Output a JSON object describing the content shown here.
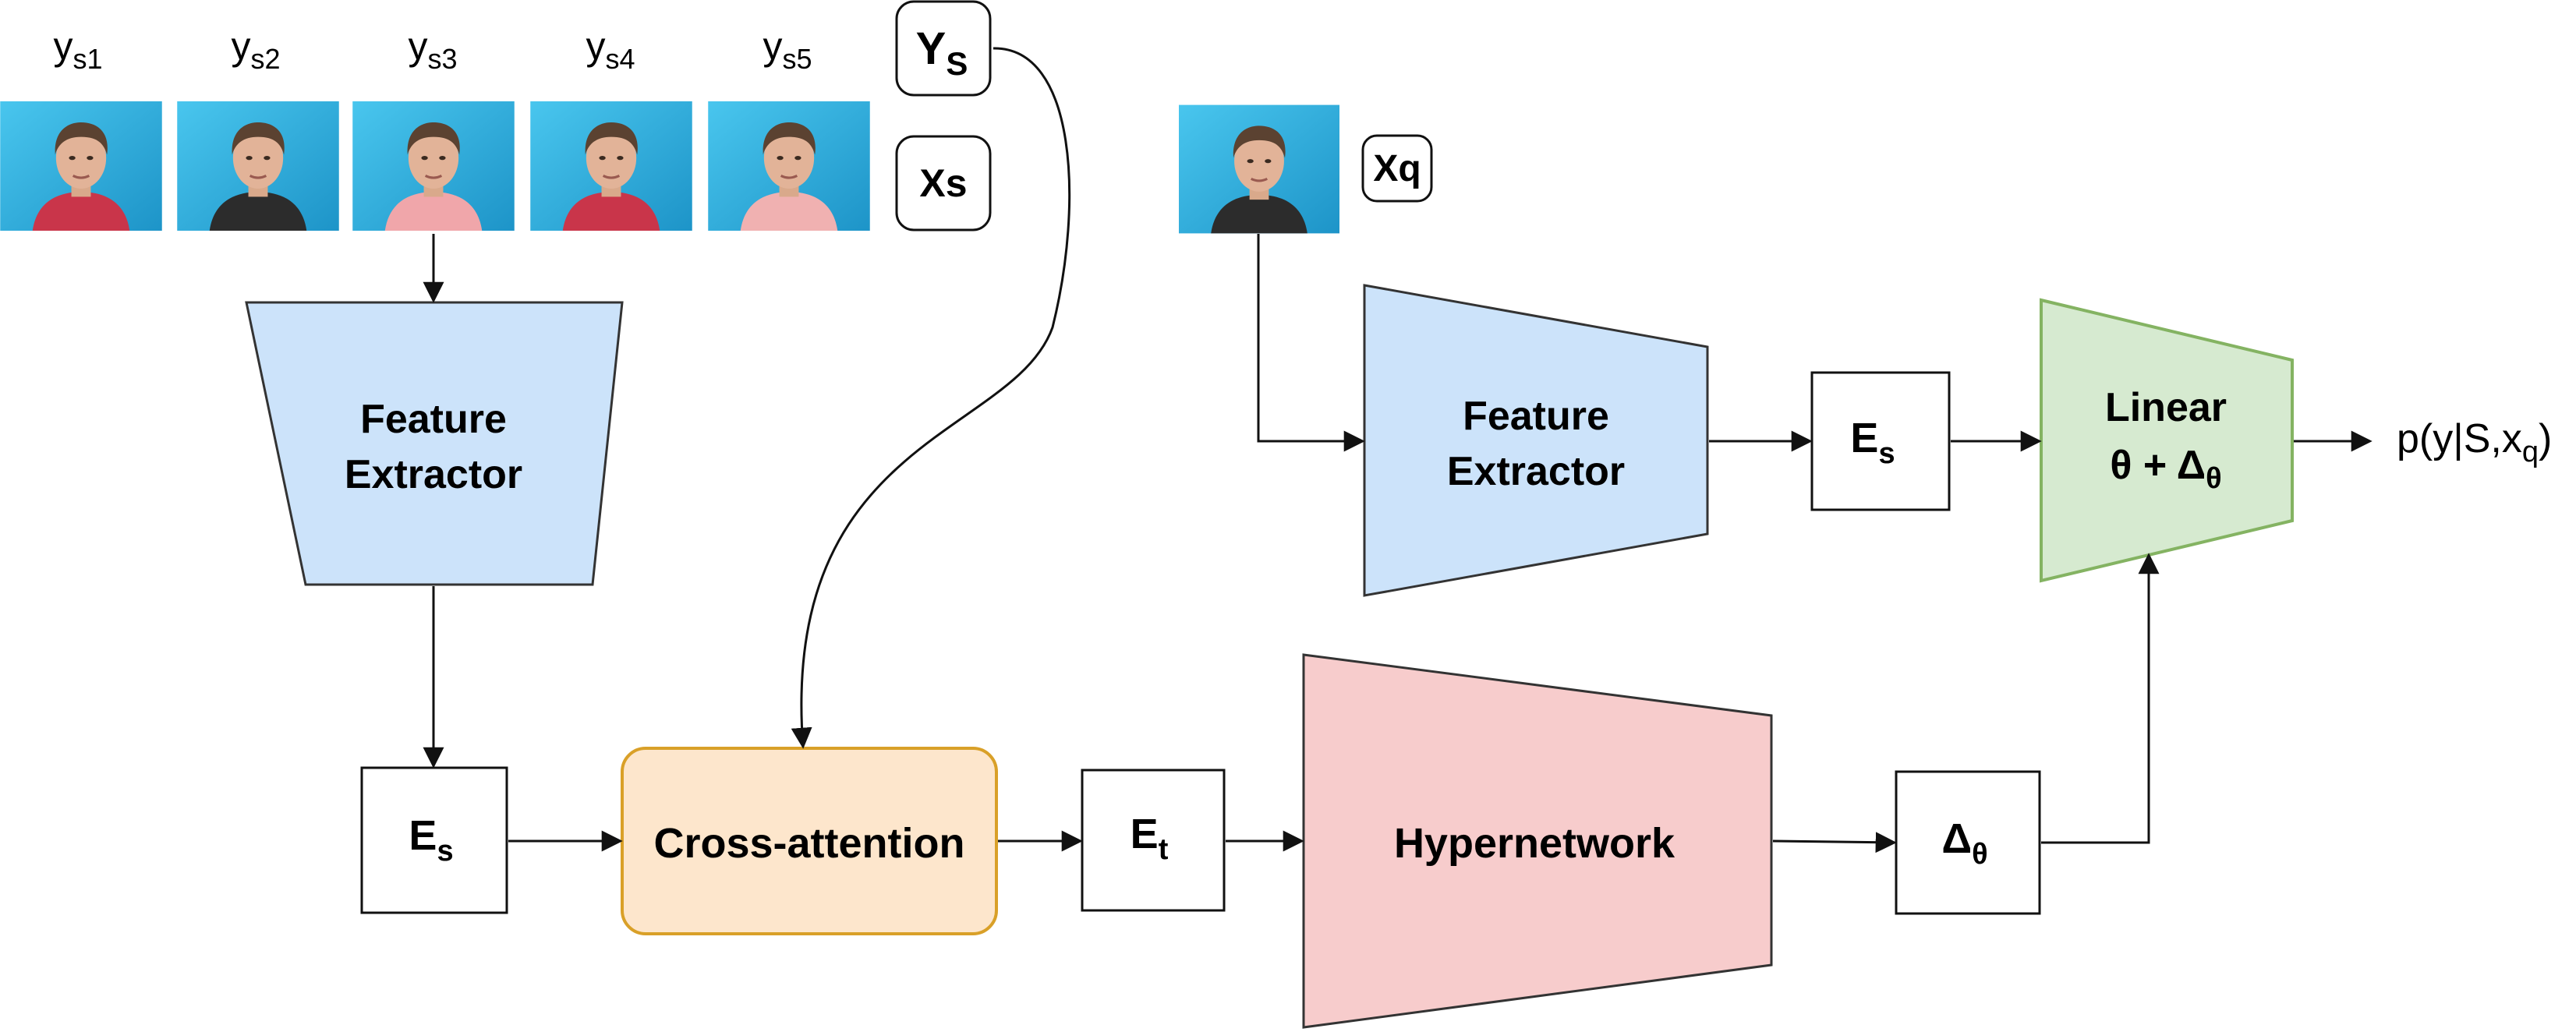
{
  "support_labels": [
    {
      "base": "y",
      "sub": "s1"
    },
    {
      "base": "y",
      "sub": "s2"
    },
    {
      "base": "y",
      "sub": "s3"
    },
    {
      "base": "y",
      "sub": "s4"
    },
    {
      "base": "y",
      "sub": "s5"
    }
  ],
  "ys_box": {
    "base": "Y",
    "sub": "S"
  },
  "xs_box": {
    "text": "Xs"
  },
  "xq_box": {
    "text": "Xq"
  },
  "support_feature_extractor": {
    "line1": "Feature",
    "line2": "Extractor"
  },
  "query_feature_extractor": {
    "line1": "Feature",
    "line2": "Extractor"
  },
  "es_support": {
    "base": "E",
    "sub": "s"
  },
  "es_query": {
    "base": "E",
    "sub": "s"
  },
  "cross_attention": {
    "label": "Cross-attention"
  },
  "et_box": {
    "base": "E",
    "sub": "t"
  },
  "hypernetwork": {
    "label": "Hypernetwork"
  },
  "delta_box": {
    "base": "Δ",
    "sub": "θ"
  },
  "linear": {
    "line1": "Linear",
    "line2_base": "θ + Δ",
    "line2_sub": "θ"
  },
  "output": {
    "base": "p(y|S,x",
    "sub": "q",
    "tail": ")"
  },
  "colors": {
    "blue_fill": "#cce3fa",
    "pink_fill": "#f7cccc",
    "green_fill": "#d6ead0",
    "green_stroke": "#84b362",
    "orange_fill": "#fde6cc",
    "orange_stroke": "#d9a028",
    "photo_bg": "#35b7e3",
    "stroke": "#111111"
  }
}
